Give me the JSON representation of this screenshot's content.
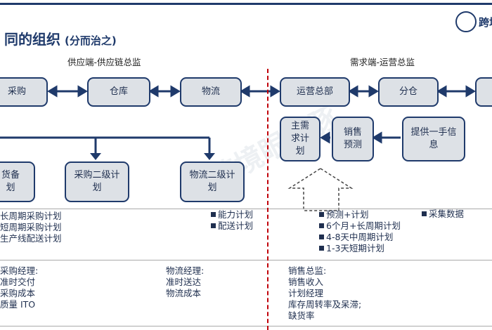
{
  "title": {
    "main": "同的组织",
    "sub": "(分而治之)"
  },
  "logo": {
    "text": "跨境",
    "icon": "globe-logo-icon"
  },
  "watermark": "跨境眼海豚",
  "supply": {
    "header": "供应端-供应链总监",
    "top_boxes": [
      "采购",
      "仓库",
      "物流"
    ],
    "mid_boxes": [
      "货备\n划",
      "采购二级计\n划",
      "物流二级计\n划"
    ],
    "plans_left": [
      "长周期采购计划",
      "短周期采购计划",
      "生产线配送计划"
    ],
    "plans_logistics": [
      "能力计划",
      "配送计划"
    ],
    "kpi_purchase": [
      "采购经理:",
      "准时交付",
      "采购成本",
      "质量 ITO"
    ],
    "kpi_logistics": [
      "物流经理:",
      "准时送达",
      "物流成本"
    ]
  },
  "demand": {
    "header": "需求端-运营总监",
    "top_boxes": [
      "运营总部",
      "分仓",
      ""
    ],
    "flow_boxes": [
      "主需\n求计\n划",
      "销售\n预测",
      "提供一手信\n息"
    ],
    "plans": [
      "预测+计划",
      "6个月+长周期计划",
      "4-8天中周期计划",
      "1-3天短期计划"
    ],
    "collect": "采集数据",
    "kpi": [
      "销售总监:",
      "销售收入",
      "计划经理",
      "库存周转率及呆滞;",
      "缺货率"
    ]
  },
  "colors": {
    "accent": "#1f3a6b",
    "divider": "#c0000a",
    "box_fill": "#dde1e6"
  }
}
